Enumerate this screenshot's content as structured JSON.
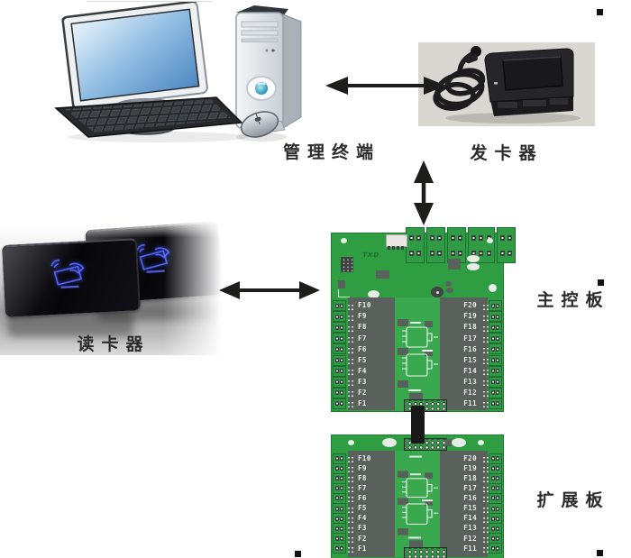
{
  "nodes": {
    "management_terminal": {
      "label": "管理终端"
    },
    "card_issuer": {
      "label": "发卡器"
    },
    "card_reader": {
      "label": "读卡器"
    },
    "main_board": {
      "label": "主控板"
    },
    "expansion_board": {
      "label": "扩展板"
    }
  },
  "boards": {
    "main": {
      "silk_text": "TXD",
      "left_ports": [
        "F10",
        "F9",
        "F8",
        "F7",
        "F6",
        "F5",
        "F4",
        "F3",
        "F2",
        "F1"
      ],
      "right_ports": [
        "F20",
        "F19",
        "F18",
        "F17",
        "F16",
        "F15",
        "F14",
        "F13",
        "F12",
        "F11"
      ]
    },
    "expansion": {
      "left_ports": [
        "F10",
        "F9",
        "F8",
        "F7",
        "F6",
        "F5",
        "F4",
        "F3",
        "F2",
        "F1"
      ],
      "right_ports": [
        "F20",
        "F19",
        "F18",
        "F17",
        "F16",
        "F15",
        "F14",
        "F13",
        "F12",
        "F11"
      ]
    }
  },
  "connections": [
    {
      "from": "管理终端",
      "to": "发卡器",
      "type": "bidirectional-arrow"
    },
    {
      "from": "发卡器",
      "to": "主控板",
      "type": "bidirectional-arrow"
    },
    {
      "from": "读卡器",
      "to": "主控板",
      "type": "bidirectional-arrow"
    },
    {
      "from": "主控板",
      "to": "扩展板",
      "type": "ribbon-cable"
    }
  ],
  "colors": {
    "pcb-green": "#2f9e43",
    "pcb-strip": "#3aa84f",
    "component-gray": "#5a615d",
    "arrow-black": "#1d1d1b",
    "label-text": "#2b2b2b",
    "reader-icon-blue": "#5668ff",
    "port-label": "#ecf2ec"
  }
}
